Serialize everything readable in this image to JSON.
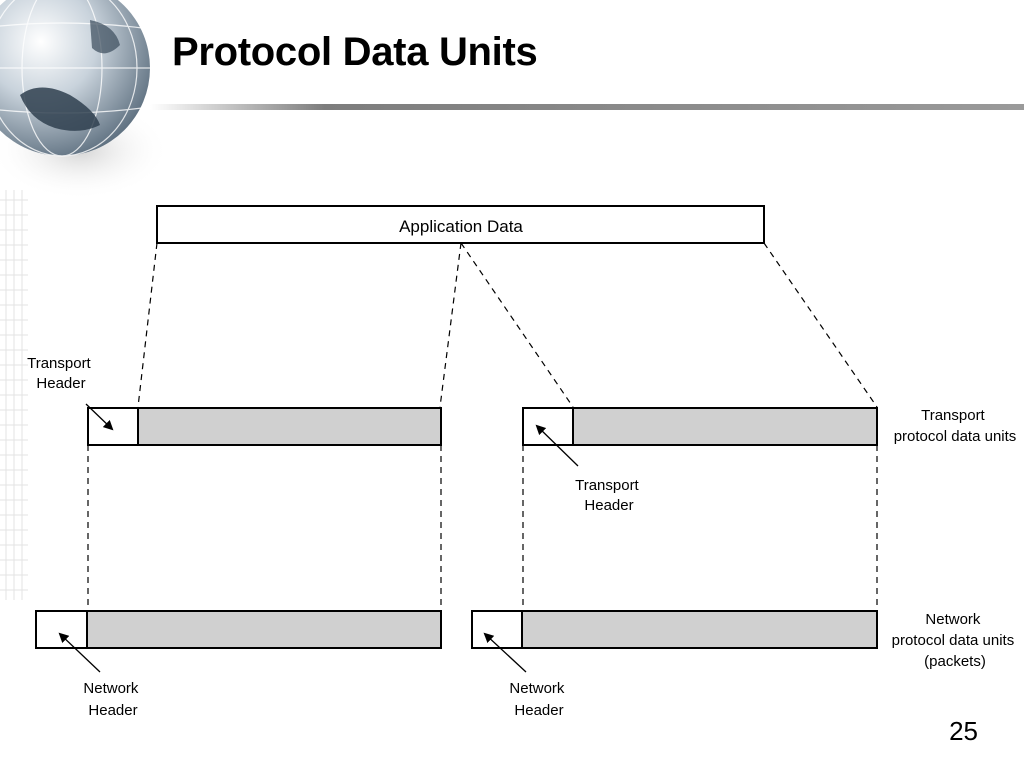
{
  "slide": {
    "title": "Protocol Data Units",
    "page_number": "25"
  },
  "diagram": {
    "application_data": "Application Data",
    "transport_header_left": [
      "Transport",
      "Header"
    ],
    "transport_header_right": [
      "Transport",
      "Header"
    ],
    "transport_pdu_label": [
      "Transport",
      "protocol data units"
    ],
    "network_header_left": [
      "Network",
      "Header"
    ],
    "network_header_right": [
      "Network",
      "Header"
    ],
    "network_pdu_label": [
      "Network",
      "protocol data units",
      "(packets)"
    ]
  },
  "colors": {
    "payload_fill": "#d0d0d0",
    "header_fill": "#ffffff",
    "stroke": "#000000",
    "rule": "#8a8a8a"
  },
  "icons": {
    "logo": "globe-icon"
  }
}
